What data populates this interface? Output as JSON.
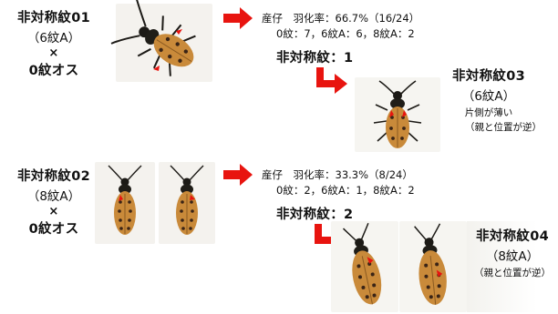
{
  "rows": [
    {
      "parent": {
        "title": "非対称紋01",
        "pattern": "（6紋A）",
        "cross": "×",
        "male": "0紋オス"
      },
      "result": {
        "line1": "産仔　羽化率：66.7%（16/24）",
        "line2": "0紋：7，6紋A：6，8紋A：2",
        "asym": "非対称紋：1"
      },
      "offspring": {
        "title": "非対称紋03",
        "pattern": "（6紋A）",
        "note1": "片側が薄い",
        "note2": "（親と位置が逆）"
      }
    },
    {
      "parent": {
        "title": "非対称紋02",
        "pattern": "（8紋A）",
        "cross": "×",
        "male": "0紋オス"
      },
      "result": {
        "line1": "産仔　羽化率：33.3%（8/24）",
        "line2": "0紋：2，6紋A：1，8紋A：2",
        "asym": "非対称紋：2"
      },
      "offspring": {
        "title": "非対称紋04",
        "pattern": "（8紋A）",
        "note1": "（親と位置が逆）"
      }
    }
  ],
  "colors": {
    "arrow": "#e8140f",
    "beetle_elytra": "#c98a3a",
    "beetle_head": "#1c1a16",
    "spot": "#3a2416",
    "marker": "#e8140f"
  }
}
